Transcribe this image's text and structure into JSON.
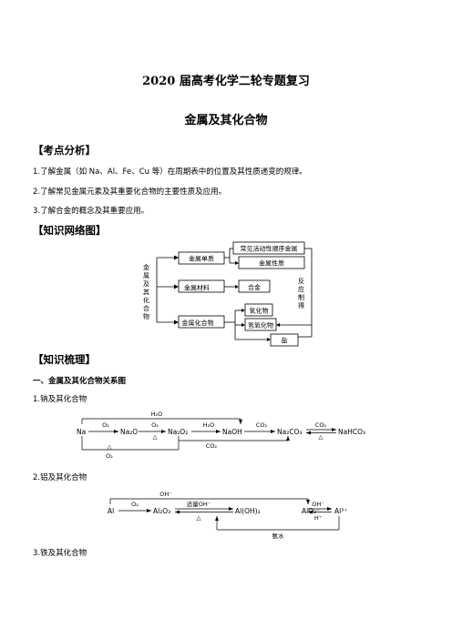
{
  "title": "2020 届高考化学二轮专题复习",
  "subtitle": "金属及其化合物",
  "sections": {
    "analysis": "【考点分析】",
    "network": "【知识网络图】",
    "summary": "【知识梳理】"
  },
  "analysis_items": [
    "1.了解金属（如 Na、Al、Fe、Cu 等）在周期表中的位置及其性质递变的规律。",
    "2.了解常见金属元素及其重要化合物的主要性质及应用。",
    "3.了解合金的概念及其重要应用。"
  ],
  "network_diagram": {
    "root": "金属及其化合物",
    "metal_element": "金属单质",
    "activity_series": "常见活动性顺序金属",
    "metal_properties": "金属性质",
    "metal_material": "金属材料",
    "alloy": "合金",
    "metal_compound": "金属化合物",
    "oxide": "氧化物",
    "hydroxide": "氢氧化物",
    "salt": "盐",
    "reaction_prep": "反应制得"
  },
  "summary_heading": "一、金属及其化合物关系图",
  "sodium": {
    "heading": "1.钠及其化合物",
    "na": "Na",
    "na2o": "Na₂O",
    "na2o2": "Na₂O₂",
    "naoh": "NaOH",
    "na2co3": "Na₂CO₃",
    "nahco3": "NaHCO₃",
    "h2o_top": "H₂O",
    "o2_1": "O₂",
    "o2_2": "O₂",
    "delta_2": "△",
    "h2o_3": "H₂O",
    "co2_4": "CO₂",
    "co2_5": "CO₂",
    "delta_5": "△",
    "co2_bottom": "CO₂",
    "delta_bottom": "△",
    "o2_bottom": "O₂"
  },
  "aluminum": {
    "heading": "2.铝及其化合物",
    "al": "Al",
    "al2o3": "Al₂O₃",
    "aloh3": "Al(OH)₃",
    "alo2": "AlO₂⁻",
    "al3": "Al³⁺",
    "o2": "O₂",
    "oh_top": "OH⁻",
    "excess_oh": "适量OH⁻",
    "delta": "△",
    "oh_right": "OH⁻",
    "h_right": "H⁺",
    "ammonia": "氨水"
  },
  "iron": {
    "heading": "3.铁及其化合物"
  }
}
